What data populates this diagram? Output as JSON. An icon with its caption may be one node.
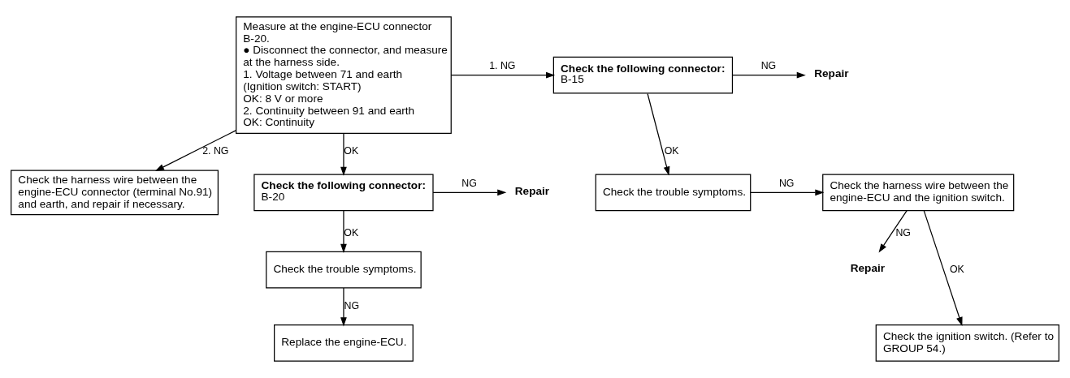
{
  "diagram": {
    "nodes": [
      {
        "text": [
          "Measure at the engine-ECU connector B-20.",
          "● Disconnect the connector, and measure at the harness side.",
          "1. Voltage between 71 and earth (Ignition switch: START)",
          "OK: 8 V or more",
          "2. Continuity between 91 and earth",
          "OK: Continuity"
        ]
      },
      {
        "text": [
          "Check the following connector:",
          "B-15"
        ]
      },
      {
        "text": [
          "Repair"
        ]
      },
      {
        "text": [
          "Check the trouble symptoms."
        ]
      },
      {
        "text": [
          "Check the harness wire between the engine-ECU and the ignition switch."
        ]
      },
      {
        "text": [
          "Repair"
        ]
      },
      {
        "text": [
          "Check the ignition switch. (Refer to GROUP 54.)"
        ]
      },
      {
        "text": [
          "Check the harness wire between the engine-ECU connector (terminal No.91) and earth, and repair if necessary."
        ]
      },
      {
        "text": [
          "Check the following connector:",
          "B-20"
        ]
      },
      {
        "text": [
          "Repair"
        ]
      },
      {
        "text": [
          "Check the trouble symptoms."
        ]
      },
      {
        "text": [
          "Replace the engine-ECU."
        ]
      }
    ],
    "edges": [
      {
        "from": 0,
        "to": 1,
        "arrow": "to",
        "label": "1. NG"
      },
      {
        "from": 1,
        "to": 2,
        "arrow": "to",
        "label": "NG"
      },
      {
        "from": 1,
        "to": 3,
        "arrow": "to",
        "label": "OK"
      },
      {
        "from": 3,
        "to": 4,
        "arrow": "to",
        "label": "NG"
      },
      {
        "from": 4,
        "to": 6,
        "arrow": "to",
        "label": "OK"
      },
      {
        "from": 4,
        "to": 5,
        "arrow": "to",
        "label": "NG"
      },
      {
        "from": 0,
        "to": 7,
        "arrow": "to",
        "label": "2. NG"
      },
      {
        "from": 0,
        "to": 8,
        "arrow": "to",
        "label": "OK"
      },
      {
        "from": 8,
        "to": 9,
        "arrow": "to",
        "label": "NG"
      },
      {
        "from": 8,
        "to": 10,
        "arrow": "to",
        "label": "OK"
      },
      {
        "from": 10,
        "to": 11,
        "arrow": "to",
        "label": "NG"
      }
    ]
  }
}
